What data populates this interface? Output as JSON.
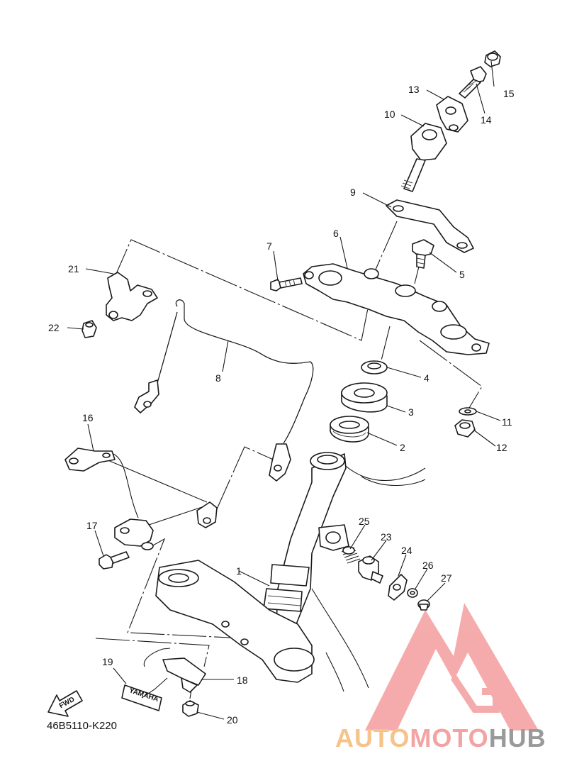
{
  "diagram": {
    "code": "46B5110-K220",
    "fwd_label": "FWD",
    "badge_label": "YAMAHA",
    "callouts": [
      {
        "n": "1"
      },
      {
        "n": "2"
      },
      {
        "n": "3"
      },
      {
        "n": "4"
      },
      {
        "n": "5"
      },
      {
        "n": "6"
      },
      {
        "n": "7"
      },
      {
        "n": "8"
      },
      {
        "n": "9"
      },
      {
        "n": "10"
      },
      {
        "n": "11"
      },
      {
        "n": "12"
      },
      {
        "n": "13"
      },
      {
        "n": "14"
      },
      {
        "n": "15"
      },
      {
        "n": "16"
      },
      {
        "n": "17"
      },
      {
        "n": "18"
      },
      {
        "n": "19"
      },
      {
        "n": "20"
      },
      {
        "n": "21"
      },
      {
        "n": "22"
      },
      {
        "n": "23"
      },
      {
        "n": "24"
      },
      {
        "n": "25"
      },
      {
        "n": "26"
      },
      {
        "n": "27"
      }
    ]
  },
  "watermark": {
    "part1": "AUTO",
    "part2": "MOTO",
    "part3": "HUB",
    "colors": {
      "auto": "#f6c38a",
      "moto": "#f4a3a3",
      "hub": "#9a9a9a",
      "logo": "#f4a3a3"
    }
  }
}
